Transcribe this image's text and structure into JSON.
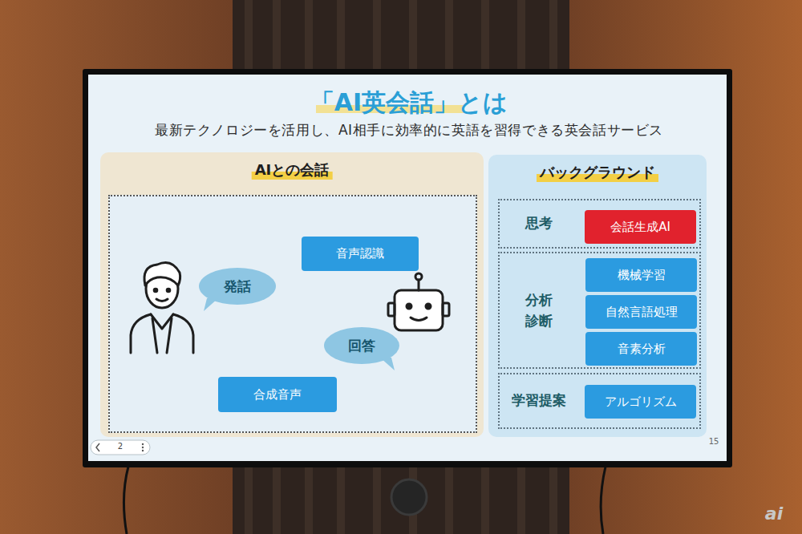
{
  "diagram": {
    "title": "「AI英会話」とは",
    "nodes": [
      {
        "text": [
          "AIとの会話"
        ]
      },
      {
        "text": [
          "音声認識"
        ],
        "in": 0
      },
      {
        "text": [
          "発話"
        ],
        "in": 0
      },
      {
        "text": [
          "回答"
        ],
        "in": 0
      },
      {
        "text": [
          "合成音声"
        ],
        "in": 0
      },
      {
        "text": [
          "バックグラウンド"
        ]
      },
      {
        "text": [
          "思考"
        ],
        "in": 5
      },
      {
        "text": [
          "会話生成AI"
        ],
        "in": 6
      },
      {
        "text": [
          "分析 診断"
        ],
        "in": 5
      },
      {
        "text": [
          "機械学習"
        ],
        "in": 8
      },
      {
        "text": [
          "自然言語処理"
        ],
        "in": 8
      },
      {
        "text": [
          "音素分析"
        ],
        "in": 8
      },
      {
        "text": [
          "学習提案"
        ],
        "in": 5
      },
      {
        "text": [
          "アルゴリズム"
        ],
        "in": 12
      }
    ],
    "labels": [
      "最新テクノロジーを活用し、AI相手に効率的に英語を習得できる英会話サービス",
      "15",
      "2",
      "ai"
    ]
  }
}
